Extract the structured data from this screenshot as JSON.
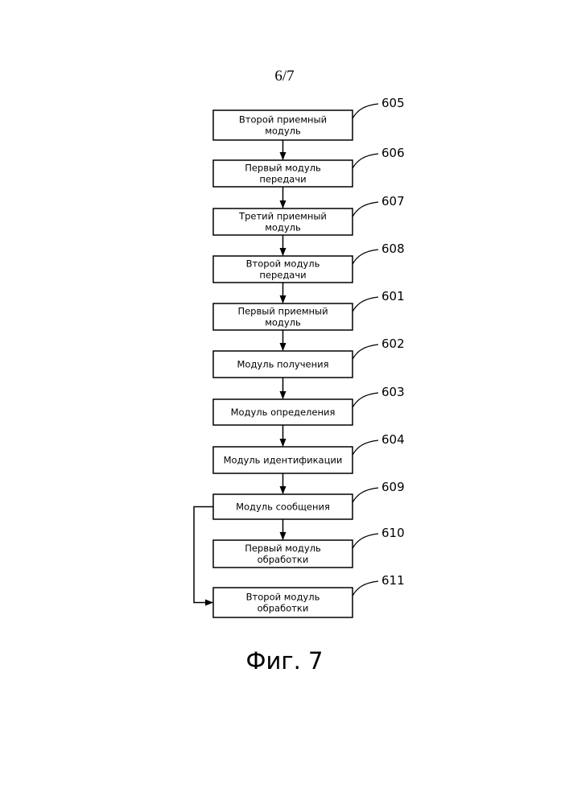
{
  "page": {
    "page_number": "6/7",
    "caption": "Фиг. 7"
  },
  "diagram": {
    "nodes": [
      {
        "id": "605",
        "lines": [
          "Второй приемный",
          "модуль"
        ]
      },
      {
        "id": "606",
        "lines": [
          "Первый модуль",
          "передачи"
        ]
      },
      {
        "id": "607",
        "lines": [
          "Третий приемный",
          "модуль"
        ]
      },
      {
        "id": "608",
        "lines": [
          "Второй модуль",
          "передачи"
        ]
      },
      {
        "id": "601",
        "lines": [
          "Первый приемный",
          "модуль"
        ]
      },
      {
        "id": "602",
        "lines": [
          "Модуль получения"
        ]
      },
      {
        "id": "603",
        "lines": [
          "Модуль определения"
        ]
      },
      {
        "id": "604",
        "lines": [
          "Модуль идентификации"
        ]
      },
      {
        "id": "609",
        "lines": [
          "Модуль сообщения"
        ]
      },
      {
        "id": "610",
        "lines": [
          "Первый модуль",
          "обработки"
        ]
      },
      {
        "id": "611",
        "lines": [
          "Второй модуль",
          "обработки"
        ]
      }
    ],
    "edges": [
      {
        "from": "605",
        "to": "606"
      },
      {
        "from": "606",
        "to": "607"
      },
      {
        "from": "607",
        "to": "608"
      },
      {
        "from": "608",
        "to": "601"
      },
      {
        "from": "601",
        "to": "602"
      },
      {
        "from": "602",
        "to": "603"
      },
      {
        "from": "603",
        "to": "604"
      },
      {
        "from": "604",
        "to": "609"
      },
      {
        "from": "609",
        "to": "610"
      },
      {
        "from": "609",
        "to": "611",
        "route": "left-bypass"
      }
    ]
  }
}
